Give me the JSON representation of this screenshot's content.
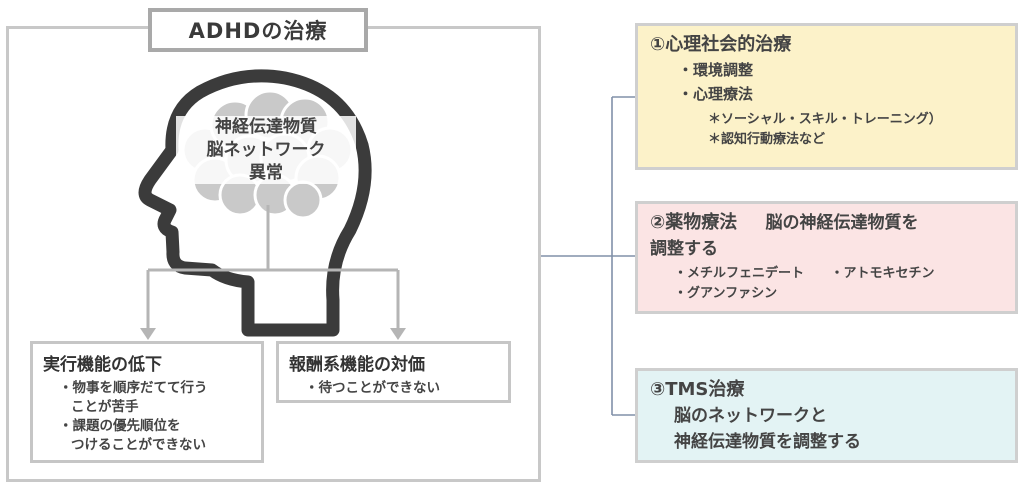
{
  "title": "ADHDの治療",
  "brain": {
    "lines": [
      "神経伝達物質",
      "脳ネットワーク",
      "異常"
    ]
  },
  "exec_box": {
    "title": "実行機能の低下",
    "lines": [
      "・物事を順序だてて行う",
      "ことが苦手",
      "・課題の優先順位を",
      "つけることができない"
    ]
  },
  "reward_box": {
    "title": "報酬系機能の対価",
    "lines": [
      "・待つことができない"
    ]
  },
  "treatments": [
    {
      "title": "①心理社会的治療",
      "items": [
        "・環境調整",
        "・心理療法"
      ],
      "notes": [
        "＊ソーシャル・スキル・トレーニング）",
        "＊認知行動療法など"
      ]
    },
    {
      "title": "②薬物療法",
      "subtitle": "脳の神経伝達物質を",
      "subtitle2": "調整する",
      "drugs": [
        "・メチルフェニデート",
        "・アトモキセチン",
        "・グアンファシン"
      ]
    },
    {
      "title": "③TMS治療",
      "lines": [
        "脳のネットワークと",
        "神経伝達物質を調整する"
      ]
    }
  ],
  "colors": {
    "frame": "#c8c8c8",
    "head_outline": "#3b3b3b",
    "brain": "#c9c9c9",
    "connector": "#8090a8",
    "treat1_bg": "#fcf2c9",
    "treat2_bg": "#fbe4e4",
    "treat3_bg": "#e3f3f4"
  }
}
